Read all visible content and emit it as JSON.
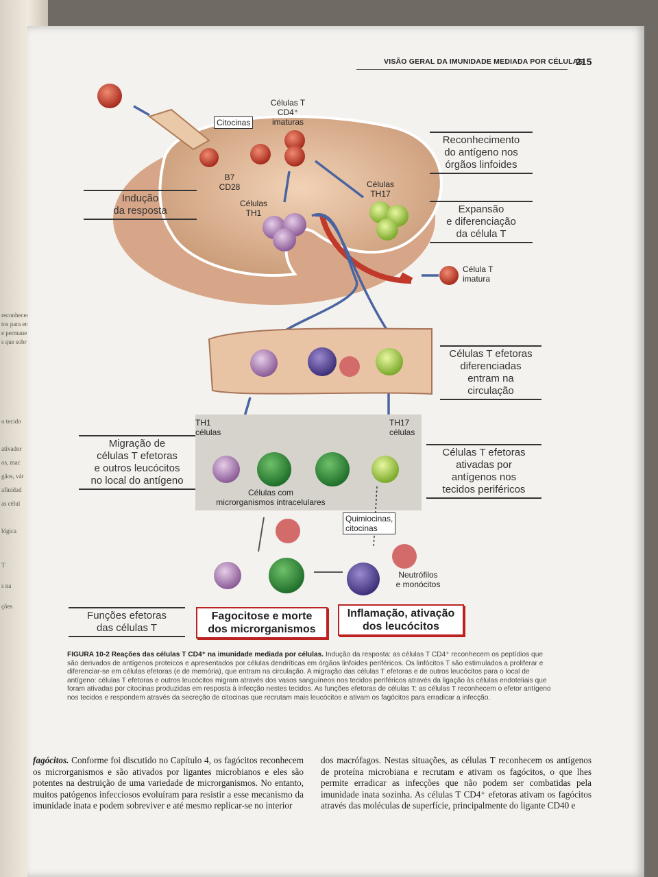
{
  "header": {
    "running_title": "VISÃO GERAL DA IMUNIDADE MEDIADA POR CÉLULAS",
    "page_number": "215"
  },
  "figure": {
    "labels": {
      "citocinas": "Citocinas",
      "celulas_t_imaturas": "Células T\nCD4⁺\nimaturas",
      "b7_cd28": "B7\nCD28",
      "celulas_th1": "Células\nTH1",
      "celulas_th17": "Células\nTH17",
      "celula_t_imatura": "Célula T\nimatura",
      "th1_celulas": "TH1\ncélulas",
      "th17_celulas": "TH17\ncélulas",
      "celulas_com_micro": "Células com\nmicrorganismos intracelulares",
      "quimiocinas": "Quimiocinas,\ncitocinas",
      "neutrofilos": "Neutrófilos\ne monócitos"
    },
    "stage_boxes": {
      "reconhecimento": "Reconhecimento\ndo antígeno nos\nórgãos linfoides",
      "inducao": "Indução\nda resposta",
      "expansao": "Expansão\ne diferenciação\nda célula T",
      "efetoras_circulacao": "Células T efetoras\ndiferenciadas\nentram na\ncirculação",
      "migracao": "Migração de\ncélulas T efetoras\ne outros leucócitos\nno local do antígeno",
      "ativadas": "Células T efetoras\nativadas por\nantígenos nos\ntecidos periféricos",
      "funcoes": "Funções efetoras\ndas células T"
    },
    "outcome_boxes": {
      "fagocitose": "Fagocitose e morte\ndos microrganismos",
      "inflamacao": "Inflamação, ativação\ndos leucócitos"
    }
  },
  "caption": {
    "title": "FIGURA 10-2 Reações das células T CD4⁺ na imunidade mediada por células.",
    "body": "Indução da resposta: as células T CD4⁺ reconhecem os peptídios que são derivados de antígenos proteicos e apresentados por células dendríticas em órgãos linfoides periféricos. Os linfócitos T são estimulados a proliferar e diferenciar-se em células efetoras (e de memória), que entram na circulação. A migração das células T efetoras e de outros leucócitos para o local de antígeno: células T efetoras e outros leucócitos migram através dos vasos sanguíneos nos tecidos periféricos através da ligação às células endoteliais que foram ativadas por citocinas produzidas em resposta à infecção nestes tecidos. As funções efetoras de células T: as células T reconhecem o efetor antígeno nos tecidos e respondem através da secreção de citocinas que recrutam mais leucócitos e ativam os fagócitos para erradicar a infecção."
  },
  "body_text": {
    "col1_lead": "fagócitos.",
    "col1": "Conforme foi discutido no Capítulo 4, os fagócitos reconhecem os microrganismos e são ativados por ligantes microbianos e eles são potentes na destruição de uma variedade de microrganismos. No entanto, muitos patógenos infecciosos evoluíram para resistir a esse mecanismo da imunidade inata e podem sobreviver e até mesmo replicar-se no interior",
    "col2": "dos macrófagos. Nestas situações, as células T reconhecem os antígenos de proteína microbiana e recrutam e ativam os fagócitos, o que lhes permite erradicar as infecções que não podem ser combatidas pela imunidade inata sozinha. As células T CD4⁺ efetoras ativam os fagócitos através das moléculas de superfície, principalmente do ligante CD40 e"
  },
  "left_page_fragments": [
    "reconhecem",
    "tos para ent",
    "e permane",
    "s que sobr",
    "o tecido",
    "ativador",
    "os, mac",
    "gãos, vár",
    "afinidad",
    "as célul",
    "lógica",
    "T",
    "s na",
    "ções"
  ]
}
